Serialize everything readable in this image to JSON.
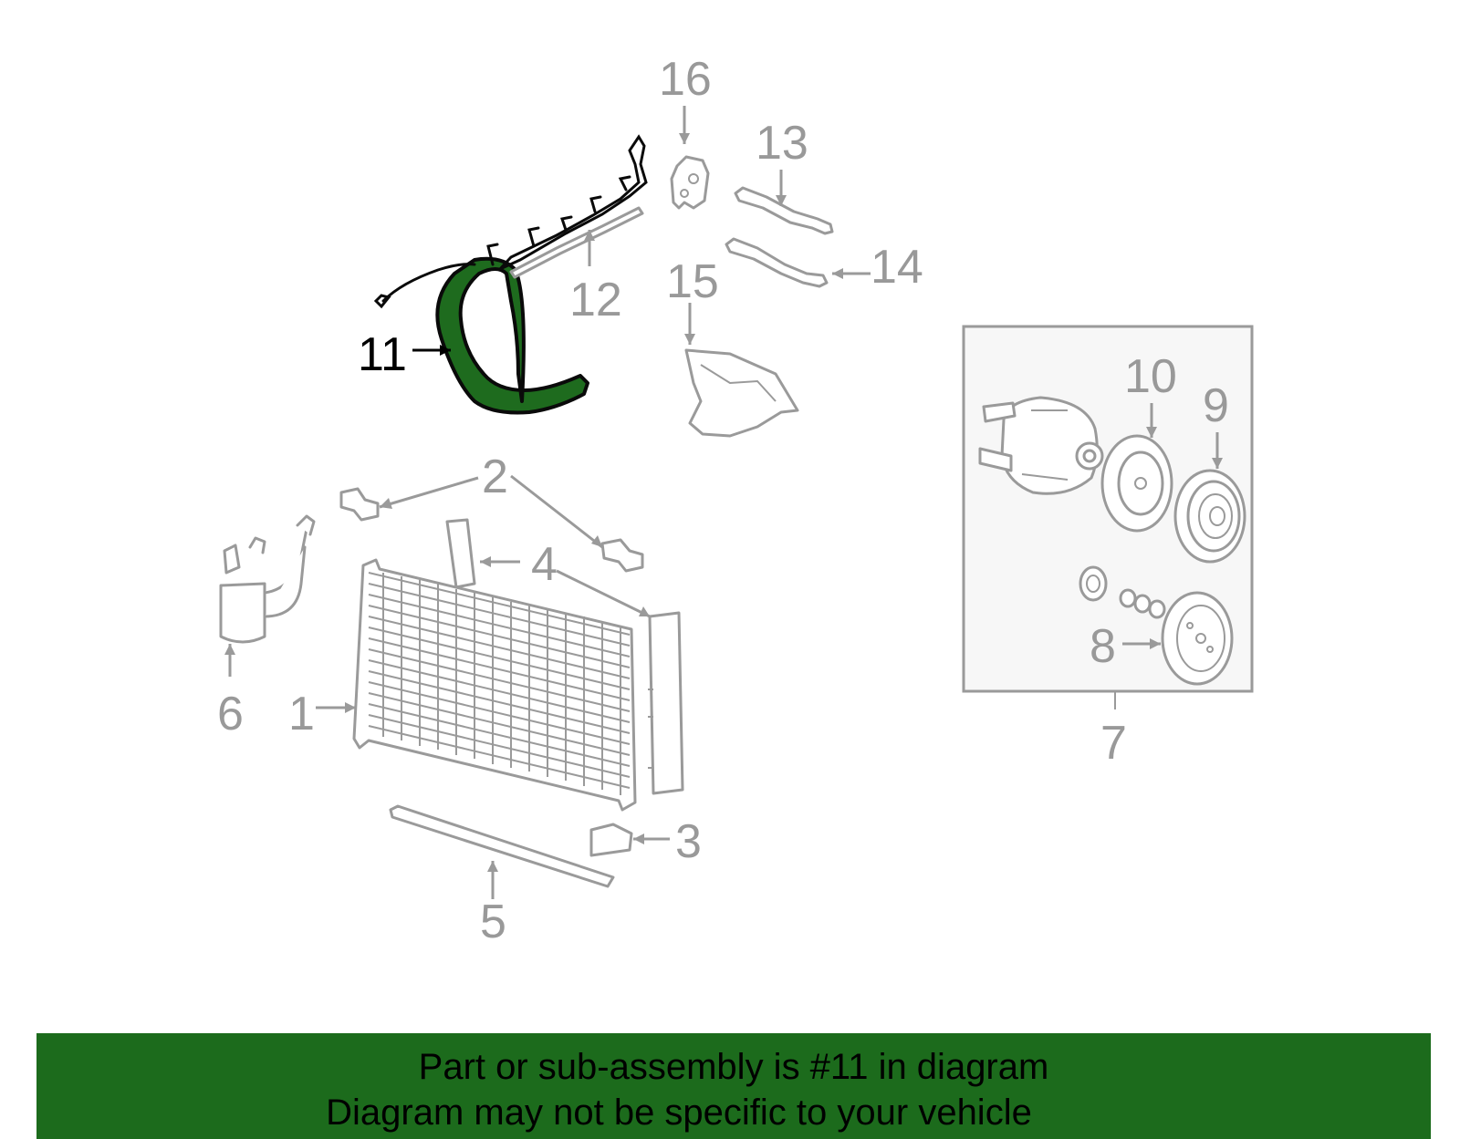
{
  "callouts": {
    "c1": "1",
    "c2": "2",
    "c3": "3",
    "c4": "4",
    "c5": "5",
    "c6": "6",
    "c7": "7",
    "c8": "8",
    "c9": "9",
    "c10": "10",
    "c11": "11",
    "c12": "12",
    "c13": "13",
    "c14": "14",
    "c15": "15",
    "c16": "16"
  },
  "banner": {
    "line1": "Part or sub-assembly is #11 in diagram",
    "line2": "Diagram may not be specific to your vehicle"
  },
  "colors": {
    "highlight": "#1e6b1e",
    "banner": "#1c6b1c",
    "line_gray": "#9a9a9a"
  }
}
